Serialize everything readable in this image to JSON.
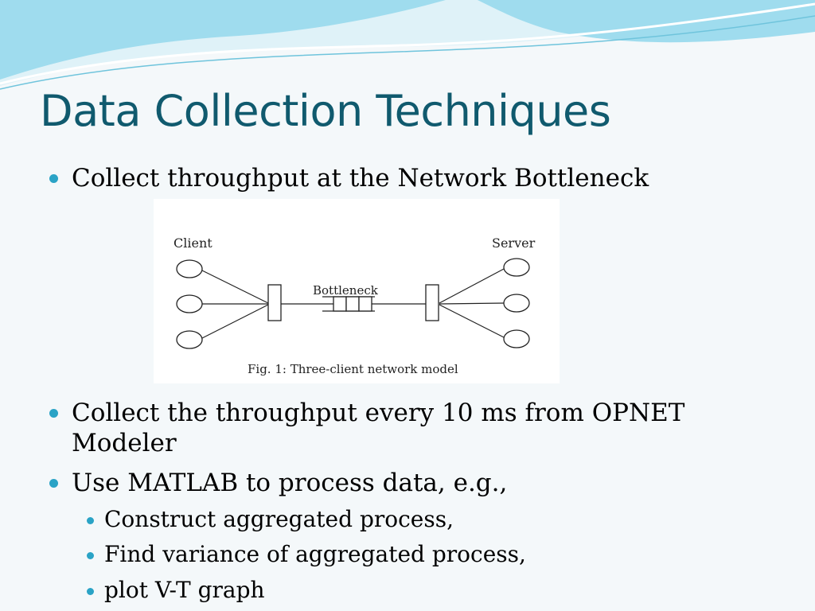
{
  "slide": {
    "title": "Data Collection Techniques",
    "bullets": [
      "Collect throughput at the Network Bottleneck",
      "Collect the throughput every 10 ms from OPNET",
      "Modeler",
      "Use MATLAB to process data, e.g.,"
    ],
    "sub_bullets": [
      "Construct aggregated process,",
      "Find variance of aggregated process,",
      "plot V-T graph"
    ]
  },
  "figure": {
    "client_label": "Client",
    "server_label": "Server",
    "bottleneck_label": "Bottleneck",
    "caption": "Fig. 1: Three-client network model"
  },
  "colors": {
    "title": "#105a6e",
    "bullet": "#2aa3c6",
    "wave_light": "#bfe6f2",
    "wave_dark": "#7fcfe6"
  }
}
